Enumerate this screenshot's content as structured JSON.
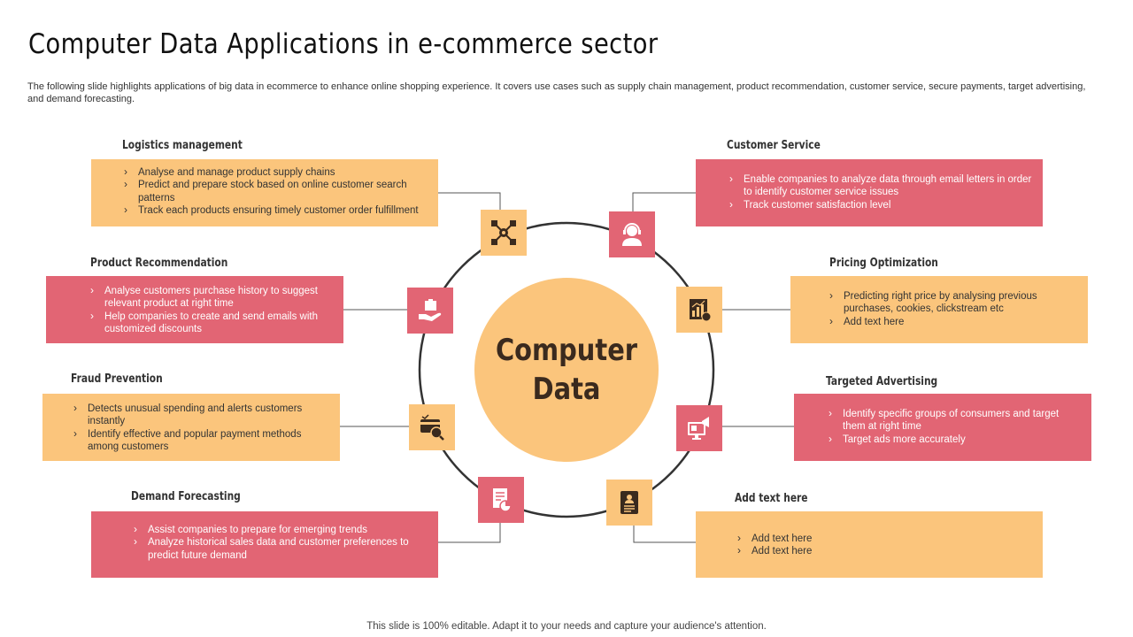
{
  "title": "Computer Data Applications in e-commerce sector",
  "subtitle": "The following slide highlights applications of big data in ecommerce to enhance online shopping experience. It covers use cases such as supply chain management, product recommendation, customer service, secure payments, target advertising, and demand forecasting.",
  "center": {
    "line1": "Computer",
    "line2": "Data"
  },
  "footer": "This slide is 100% editable. Adapt it to your needs and capture your audience's attention.",
  "colors": {
    "orange": "#fbc57c",
    "red": "#e26574",
    "ring": "#333333"
  },
  "sections": {
    "logistics": {
      "heading": "Logistics  management",
      "icon": "network-gear-icon",
      "bullets": [
        "Analyse and manage product supply chains",
        "Predict and prepare stock based on online customer search patterns",
        "Track each products ensuring timely customer order fulfillment"
      ]
    },
    "product": {
      "heading": "Product  Recommendation",
      "icon": "hand-box-icon",
      "bullets": [
        "Analyse customers purchase history to suggest relevant product at right time",
        "Help companies to create and send emails with customized discounts"
      ]
    },
    "fraud": {
      "heading": "Fraud  Prevention",
      "icon": "card-security-icon",
      "bullets": [
        "Detects unusual spending and alerts customers instantly",
        "Identify effective and popular payment methods among customers"
      ]
    },
    "demand": {
      "heading": "Demand  Forecasting",
      "icon": "report-chart-icon",
      "bullets": [
        "Assist companies to prepare for emerging trends",
        "Analyze historical sales data and customer preferences to predict future demand"
      ]
    },
    "service": {
      "heading": "Customer  Service",
      "icon": "headset-agent-icon",
      "bullets": [
        "Enable companies to analyze data through email letters in order to identify customer service issues",
        "Track customer satisfaction level"
      ]
    },
    "pricing": {
      "heading": "Pricing  Optimization",
      "icon": "price-chart-icon",
      "bullets": [
        "Predicting right price by analysing previous purchases, cookies, clickstream etc",
        "Add text here"
      ]
    },
    "advertising": {
      "heading": "Targeted  Advertising",
      "icon": "megaphone-screen-icon",
      "bullets": [
        "Identify specific groups of consumers and target them at right time",
        "Target ads more accurately"
      ]
    },
    "other": {
      "heading": "Add text here",
      "icon": "id-card-icon",
      "bullets": [
        "Add text here",
        "Add text here"
      ]
    }
  }
}
